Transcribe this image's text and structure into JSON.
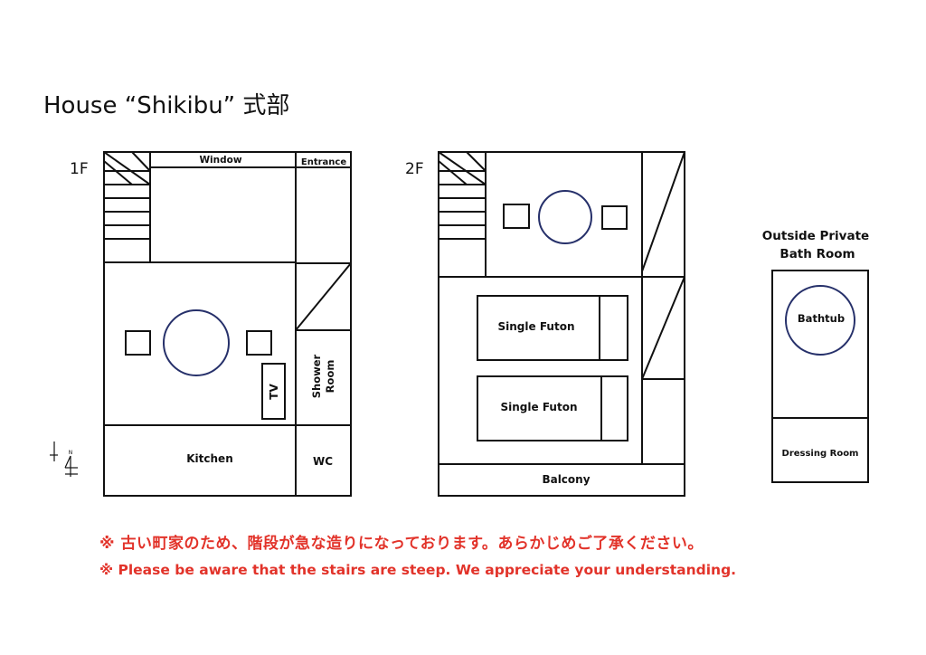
{
  "title": "House “Shikibu” 式部",
  "colors": {
    "lines": "#111111",
    "furniture_circle": "#26306a",
    "notice": "#e2332a"
  },
  "floor1": {
    "label": "1F",
    "window": "Window",
    "entrance": "Entrance",
    "tv": "TV",
    "shower_room_line1": "Shower",
    "shower_room_line2": "Room",
    "kitchen": "Kitchen",
    "wc": "WC"
  },
  "floor2": {
    "label": "2F",
    "futon_1": "Single Futon",
    "futon_2": "Single Futon",
    "balcony": "Balcony"
  },
  "outside_bath": {
    "heading_line1": "Outside Private",
    "heading_line2": "Bath Room",
    "bathtub": "Bathtub",
    "dressing_room": "Dressing Room"
  },
  "compass": {
    "mark": "N"
  },
  "notice": {
    "japanese": "※ 古い町家のため、階段が急な造りになっております。あらかじめご了承ください。",
    "english": "※ Please be aware that the stairs are steep. We appreciate your understanding."
  }
}
